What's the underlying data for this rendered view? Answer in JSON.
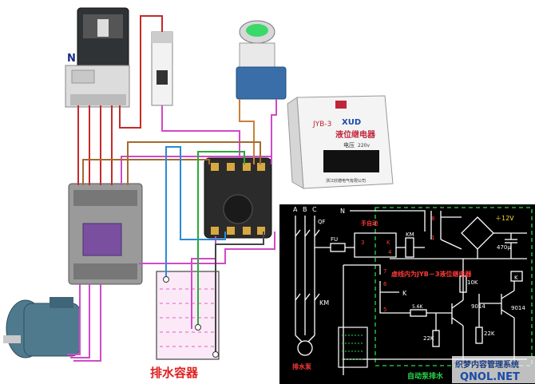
{
  "labels": {
    "neutral": "N",
    "tank_caption": "排水容器",
    "relay_title": "JYB-3",
    "relay_brand": "XUD",
    "relay_name": "液位继电器",
    "relay_voltage_label": "电压",
    "relay_voltage": "220v",
    "relay_footer": "浙江欣德电气有限公司"
  },
  "schematic": {
    "phases": [
      "A",
      "B",
      "C"
    ],
    "neutral": "N",
    "qf": "QF",
    "fu": "FU",
    "manual": "手自动",
    "km_coil": "KM",
    "k_contact": "K",
    "km_main": "KM",
    "dashed_note": "虚线内为JYB－3液位继电器",
    "supply": "＋12V",
    "cap": "470μ",
    "r1": "10K",
    "r2": "5.6K",
    "r3": "22K",
    "r4": "22K",
    "t1": "9014",
    "t2": "9014",
    "relay_k": "K",
    "pin7": "7",
    "pin6": "6",
    "pin5": "5",
    "pin8": "8",
    "pin1": "1",
    "pin3": "3",
    "pin4": "4",
    "pump_caption": "排水泵",
    "footer": "自动泵排水"
  },
  "watermark": {
    "line1": "织梦内容管理系统",
    "line2": "QNOL.NET"
  }
}
